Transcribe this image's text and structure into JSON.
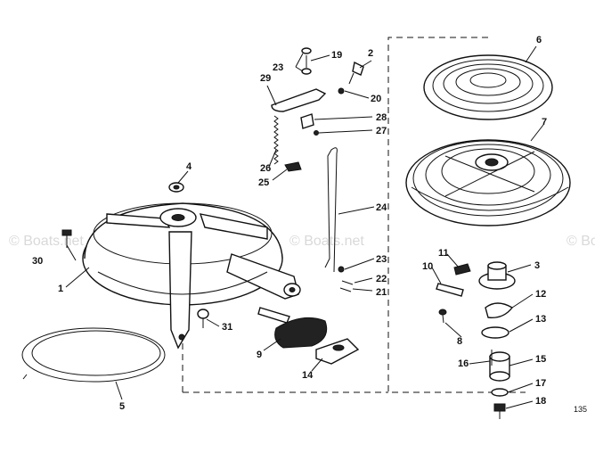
{
  "watermark": "© Boats.net",
  "figure_number": "135",
  "callouts": {
    "c1": "1",
    "c2": "2",
    "c3": "3",
    "c4": "4",
    "c5": "5",
    "c6": "6",
    "c7": "7",
    "c8": "8",
    "c9": "9",
    "c10": "10",
    "c11": "11",
    "c12": "12",
    "c13": "13",
    "c14": "14",
    "c15": "15",
    "c16": "16",
    "c17": "17",
    "c18": "18",
    "c19": "19",
    "c20": "20",
    "c21": "21",
    "c22": "22",
    "c23a": "23",
    "c23b": "23",
    "c24": "24",
    "c25": "25",
    "c26": "26",
    "c27": "27",
    "c28": "28",
    "c29": "29",
    "c30": "30",
    "c31": "31"
  }
}
